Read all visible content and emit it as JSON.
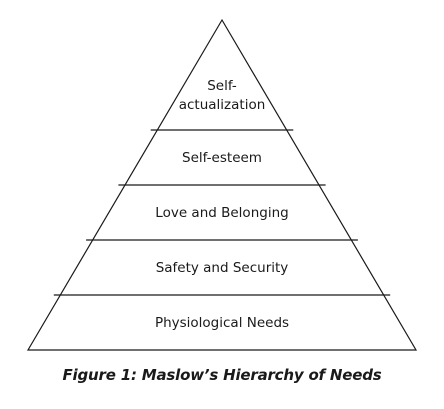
{
  "diagram": {
    "caption": "Figure 1: Maslow’s Hierarchy of Needs",
    "levels": [
      {
        "lines": [
          "Self-",
          "actualization"
        ]
      },
      {
        "lines": [
          "Self-esteem"
        ]
      },
      {
        "lines": [
          "Love and Belonging"
        ]
      },
      {
        "lines": [
          "Safety and Security"
        ]
      },
      {
        "lines": [
          "Physiological Needs"
        ]
      }
    ],
    "colors": {
      "stroke": "#1a1a1a",
      "fill": "#ffffff",
      "text": "#1a1a1a"
    }
  }
}
